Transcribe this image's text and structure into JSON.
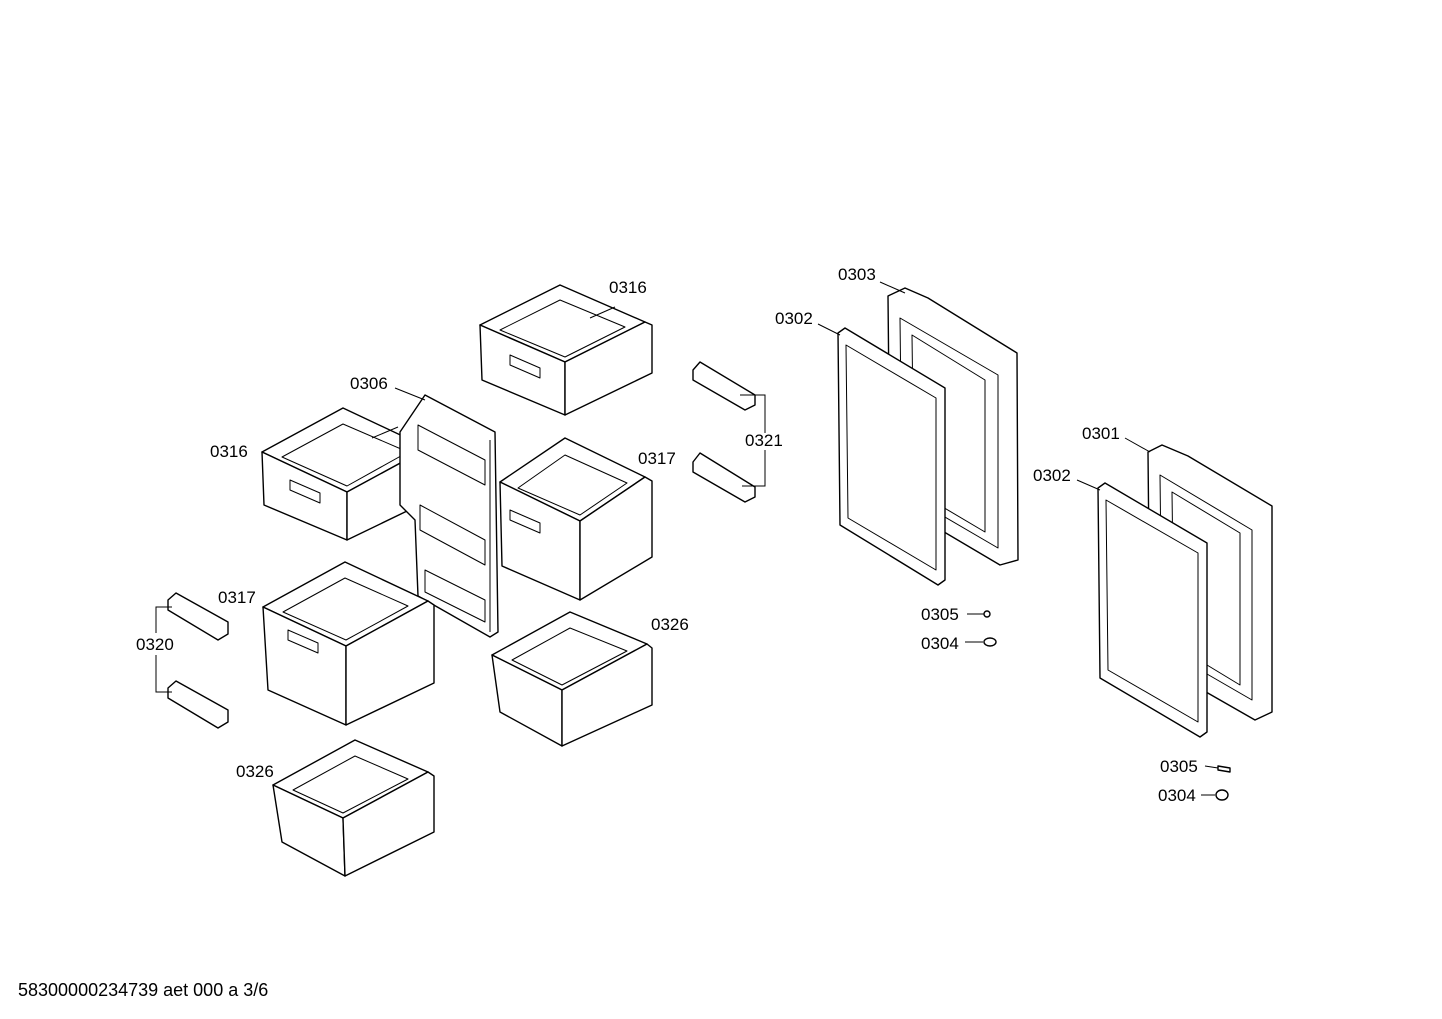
{
  "labels": {
    "l0316a": "0316",
    "l0316b": "0316",
    "l0306": "0306",
    "l0317a": "0317",
    "l0317b": "0317",
    "l0321": "0321",
    "l0320": "0320",
    "l0326a": "0326",
    "l0326b": "0326",
    "l0303": "0303",
    "l0302a": "0302",
    "l0302b": "0302",
    "l0301": "0301",
    "l0305a": "0305",
    "l0304a": "0304",
    "l0305b": "0305",
    "l0304b": "0304"
  },
  "footer": "58300000234739 aet 000 a 3/6"
}
